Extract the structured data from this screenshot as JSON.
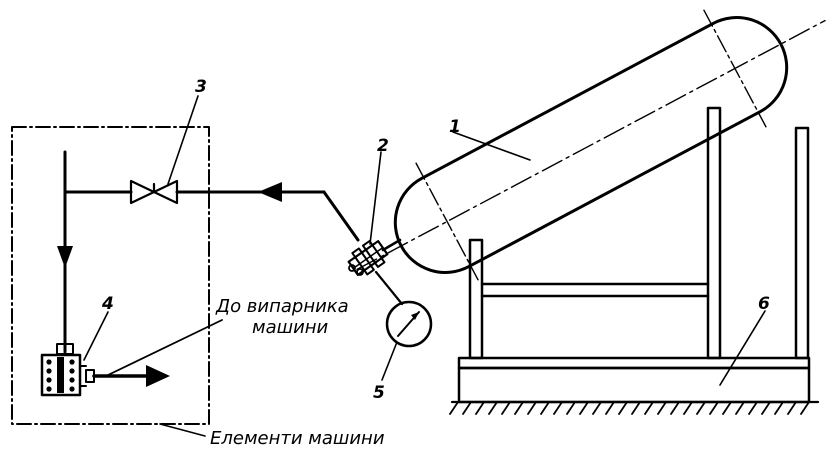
{
  "labels": {
    "n1": "1",
    "n2": "2",
    "n3": "3",
    "n4": "4",
    "n5": "5",
    "n6": "6",
    "do_line1": "До випарника",
    "do_line2": "машини",
    "elements": "Елементи машини"
  }
}
